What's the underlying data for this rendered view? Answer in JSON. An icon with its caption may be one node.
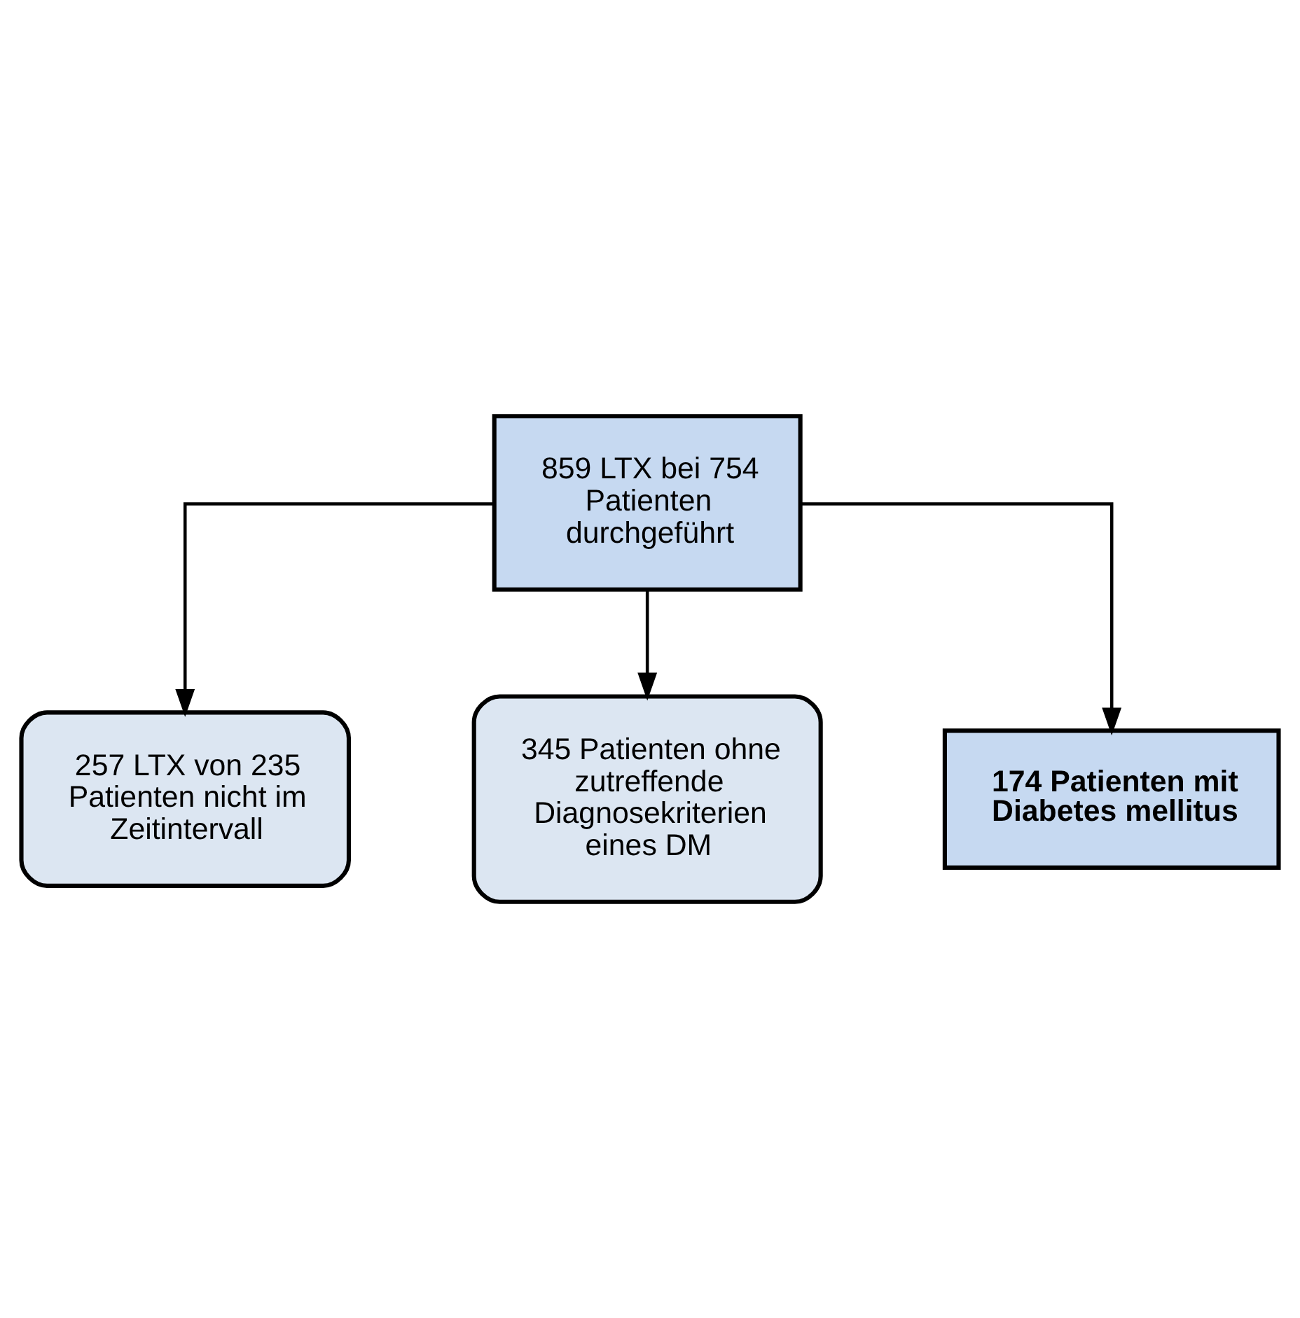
{
  "diagram": {
    "nodes": [
      {
        "text": [
          "859 LTX bei 754 Patienten durchgeführt"
        ]
      },
      {
        "text": [
          "257 LTX von 235 Patienten nicht im Zeitintervall"
        ]
      },
      {
        "text": [
          "345 Patienten ohne zutreffende Diagnosekriterien eines DM"
        ]
      },
      {
        "text": [
          "174 Patienten mit Diabetes mellitus"
        ]
      }
    ],
    "edges": [
      {
        "from": 0,
        "to": 1,
        "arrow": "to"
      },
      {
        "from": 0,
        "to": 2,
        "arrow": "to"
      },
      {
        "from": 0,
        "to": 3,
        "arrow": "to"
      }
    ]
  }
}
